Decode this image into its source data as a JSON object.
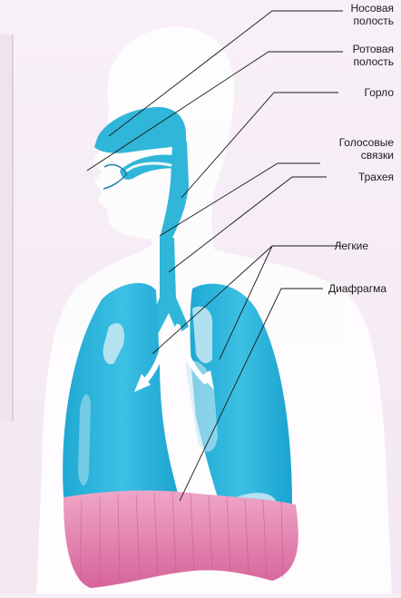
{
  "labels": {
    "nasal": [
      "Носовая",
      "полость"
    ],
    "oral": [
      "Ротовая",
      "полость"
    ],
    "throat": "Горло",
    "vocal": [
      "Голосовые",
      "связки"
    ],
    "trachea": "Трахея",
    "lungs": "Легкие",
    "diaphragm": "Диафрагма"
  },
  "colors": {
    "background": "#f7eef6",
    "body_silhouette": "#ffffff",
    "airway": "#2fb6d8",
    "lung": "#36b6db",
    "lung_highlight": "#c9e9f3",
    "diaphragm": "#e58ab2",
    "arrow": "#ffffff",
    "leader_line": "#1a1a1a"
  }
}
